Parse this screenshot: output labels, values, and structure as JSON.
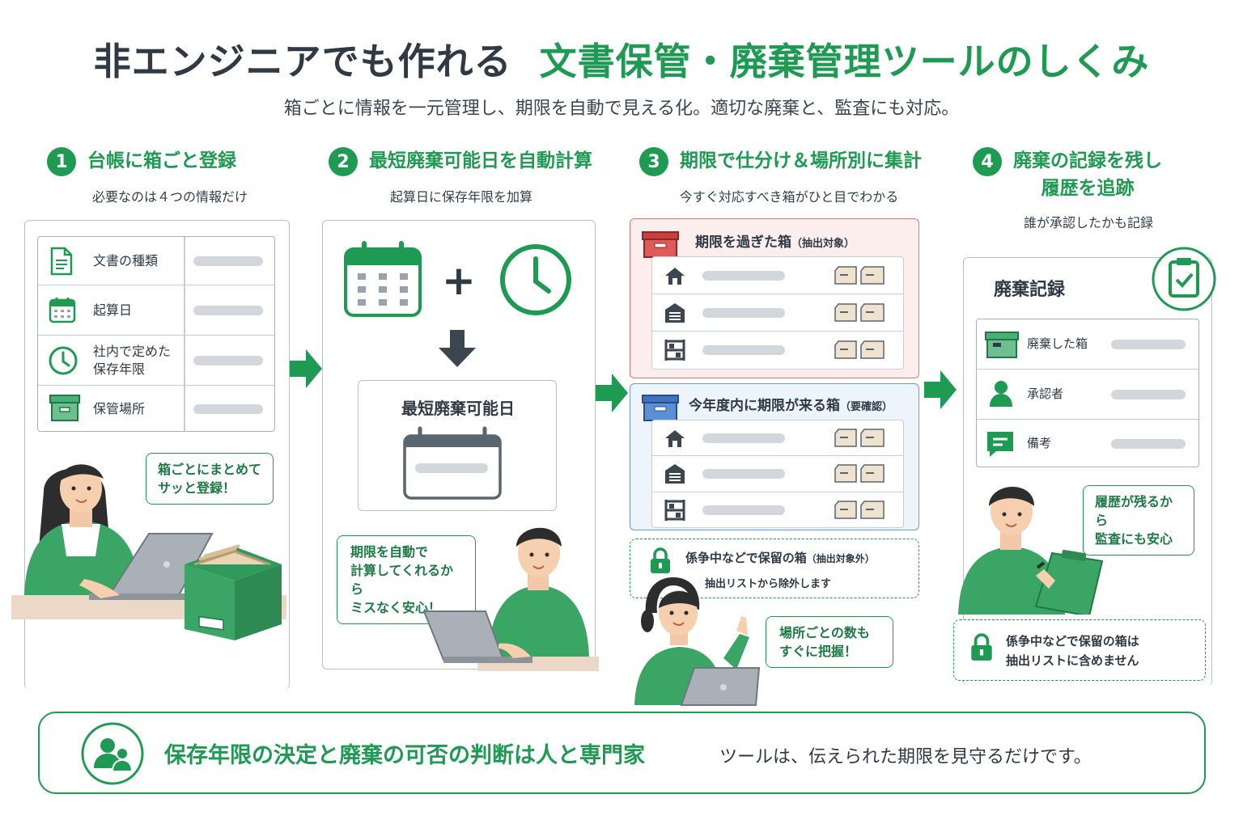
{
  "header": {
    "title_left": "非エンジニアでも作れる",
    "title_right": "文書保管・廃棄管理ツールのしくみ",
    "subtitle": "箱ごとに情報を一元管理し、期限を自動で見える化。適切な廃棄と、監査にも対応。"
  },
  "colors": {
    "accent": "#1e9a52",
    "danger": "#e05a5a",
    "info": "#5b8fd6",
    "text": "#2f3a45"
  },
  "steps": [
    {
      "number": "1",
      "title": "台帳に箱ごと登録",
      "subtitle": "必要なのは４つの情報だけ",
      "ledger": [
        {
          "icon": "document-icon",
          "label": "文書の種類"
        },
        {
          "icon": "calendar-icon",
          "label": "起算日"
        },
        {
          "icon": "clock-icon",
          "label_line1": "社内で定めた",
          "label_line2": "保存年限"
        },
        {
          "icon": "storage-box-icon",
          "label": "保管場所"
        }
      ],
      "bubble_line1": "箱ごとにまとめて",
      "bubble_line2": "サッと登録！"
    },
    {
      "number": "2",
      "title": "最短廃棄可能日を自動計算",
      "subtitle": "起算日に保存年限を加算",
      "plus": "+",
      "result_label": "最短廃棄可能日",
      "bubble_line1": "期限を自動で",
      "bubble_line2": "計算してくれるから",
      "bubble_line3": "ミスなく安心！"
    },
    {
      "number": "3",
      "title": "期限で仕分け＆場所別に集計",
      "subtitle": "今すぐ対応すべき箱がひと目でわかる",
      "overdue_title": "期限を過ぎた箱",
      "overdue_note": "（抽出対象）",
      "due_title": "今年度内に期限が来る箱",
      "due_note": "（要確認）",
      "hold_title": "係争中などで保留の箱",
      "hold_note": "（抽出対象外）",
      "hold_sub": "抽出リストから除外します",
      "bubble_line1": "場所ごとの数も",
      "bubble_line2": "すぐに把握！"
    },
    {
      "number": "4",
      "title_line1": "廃棄の記録を残し",
      "title_line2": "履歴を追跡",
      "subtitle": "誰が承認したかも記録",
      "record_title": "廃棄記録",
      "record_rows": [
        {
          "icon": "box-icon",
          "label": "廃棄した箱"
        },
        {
          "icon": "person-icon",
          "label": "承認者"
        },
        {
          "icon": "comment-icon",
          "label": "備考"
        }
      ],
      "bubble_line1": "履歴が残るから",
      "bubble_line2": "監査にも安心",
      "hold_line1": "係争中などで保留の箱は",
      "hold_line2": "抽出リストに含めません"
    }
  ],
  "footer": {
    "main": "保存年限の決定と廃棄の可否の判断は人と専門家",
    "note": "ツールは、伝えられた期限を見守るだけです。"
  }
}
